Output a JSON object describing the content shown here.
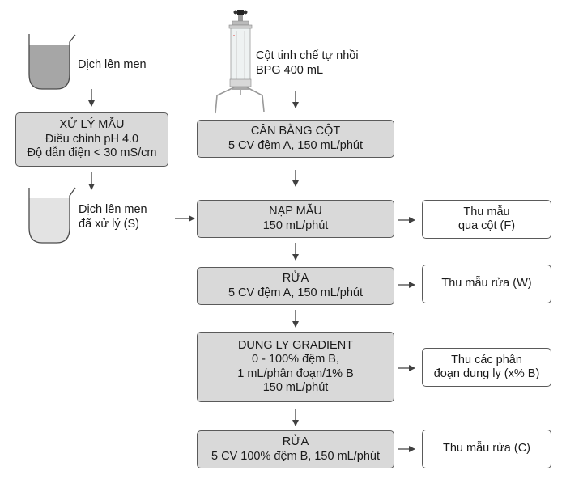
{
  "colors": {
    "process_box_fill": "#d9d9d9",
    "output_box_fill": "#ffffff",
    "border": "#5a5a5a",
    "beaker_raw_liquid": "#a6a6a6",
    "beaker_treated_liquid": "#e6e6e6",
    "arrow": "#404040"
  },
  "left_column": {
    "raw_broth": {
      "icon": "beaker-icon",
      "label": "Dịch lên men"
    },
    "sample_treatment": {
      "title": "XỬ LÝ MẪU",
      "lines": [
        "Điều chỉnh pH 4.0",
        "Độ dẫn điện < 30 mS/cm"
      ]
    },
    "treated_broth": {
      "icon": "beaker-icon",
      "label_lines": [
        "Dịch lên men",
        "đã xử lý (S)"
      ]
    }
  },
  "column": {
    "icon": "chromatography-column-icon",
    "label_lines": [
      "Cột tinh chế tự nhồi",
      "BPG 400 mL"
    ]
  },
  "steps": [
    {
      "id": "equilibration",
      "title": "CÂN BẰNG CỘT",
      "lines": [
        "5 CV đệm A, 150 mL/phút"
      ],
      "output": null
    },
    {
      "id": "loading",
      "title": "NẠP MẪU",
      "lines": [
        "150 mL/phút"
      ],
      "output": {
        "lines": [
          "Thu mẫu",
          "qua cột (F)"
        ]
      }
    },
    {
      "id": "wash",
      "title": "RỬA",
      "lines": [
        "5 CV đệm A, 150 mL/phút"
      ],
      "output": {
        "lines": [
          "Thu mẫu rửa (W)"
        ]
      }
    },
    {
      "id": "gradient-elution",
      "title": "DUNG LY GRADIENT",
      "lines": [
        "0 - 100% đệm B,",
        "1 mL/phân đoạn/1% B",
        "150 mL/phút"
      ],
      "output": {
        "lines": [
          "Thu các phân",
          "đoạn dung ly (x% B)"
        ]
      }
    },
    {
      "id": "strip-wash",
      "title": "RỬA",
      "lines": [
        "5 CV 100% đệm B, 150 mL/phút"
      ],
      "output": {
        "lines": [
          "Thu mẫu rửa (C)"
        ]
      }
    }
  ]
}
